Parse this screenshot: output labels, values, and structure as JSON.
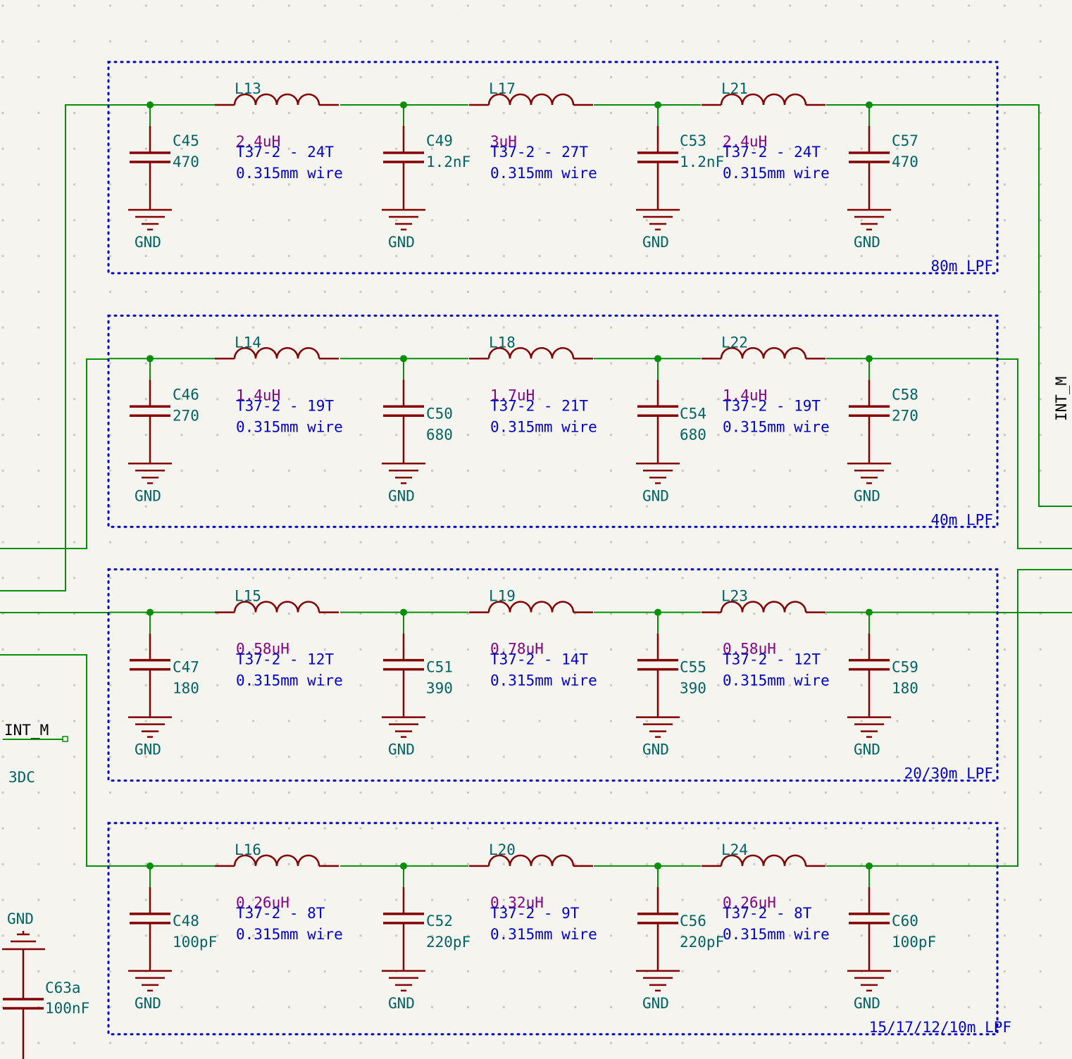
{
  "labels": {
    "int_m": "INT_M",
    "int_m_right": "INT_M",
    "dc3": "3DC",
    "gnd_left": "GND",
    "c63a_ref": "C63a",
    "c63a_val": "100nF"
  },
  "gnd_text": "GND",
  "colors": {
    "background": "#f5f4ef",
    "wire": "#009000",
    "component": "#840000",
    "reference": "#006464",
    "inductance": "#840084",
    "note": "#0000c8"
  },
  "filters": [
    {
      "title": "80m LPF",
      "caps": [
        {
          "ref": "C45",
          "val": "470"
        },
        {
          "ref": "C49",
          "val": "1.2nF"
        },
        {
          "ref": "C53",
          "val": "1.2nF"
        },
        {
          "ref": "C57",
          "val": "470"
        }
      ],
      "inductors": [
        {
          "ref": "L13",
          "val": "2.4uH",
          "core": "T37-2 - 24T",
          "wire": "0.315mm wire"
        },
        {
          "ref": "L17",
          "val": "3uH",
          "core": "T37-2 - 27T",
          "wire": "0.315mm wire"
        },
        {
          "ref": "L21",
          "val": "2.4uH",
          "core": "T37-2 - 24T",
          "wire": "0.315mm wire"
        }
      ]
    },
    {
      "title": "40m LPF",
      "caps": [
        {
          "ref": "C46",
          "val": "270"
        },
        {
          "ref": "C50",
          "val": "680"
        },
        {
          "ref": "C54",
          "val": "680"
        },
        {
          "ref": "C58",
          "val": "270"
        }
      ],
      "inductors": [
        {
          "ref": "L14",
          "val": "1.4uH",
          "core": "T37-2 - 19T",
          "wire": "0.315mm wire"
        },
        {
          "ref": "L18",
          "val": "1.7uH",
          "core": "T37-2 - 21T",
          "wire": "0.315mm wire"
        },
        {
          "ref": "L22",
          "val": "1.4uH",
          "core": "T37-2 - 19T",
          "wire": "0.315mm wire"
        }
      ]
    },
    {
      "title": "20/30m LPF",
      "caps": [
        {
          "ref": "C47",
          "val": "180"
        },
        {
          "ref": "C51",
          "val": "390"
        },
        {
          "ref": "C55",
          "val": "390"
        },
        {
          "ref": "C59",
          "val": "180"
        }
      ],
      "inductors": [
        {
          "ref": "L15",
          "val": "0.58uH",
          "core": "T37-2 - 12T",
          "wire": "0.315mm wire"
        },
        {
          "ref": "L19",
          "val": "0.78uH",
          "core": "T37-2 - 14T",
          "wire": "0.315mm wire"
        },
        {
          "ref": "L23",
          "val": "0.58uH",
          "core": "T37-2 - 12T",
          "wire": "0.315mm wire"
        }
      ]
    },
    {
      "title": "15/17/12/10m LPF",
      "caps": [
        {
          "ref": "C48",
          "val": "100pF"
        },
        {
          "ref": "C52",
          "val": "220pF"
        },
        {
          "ref": "C56",
          "val": "220pF"
        },
        {
          "ref": "C60",
          "val": "100pF"
        }
      ],
      "inductors": [
        {
          "ref": "L16",
          "val": "0.26uH",
          "core": "T37-2 - 8T",
          "wire": "0.315mm wire"
        },
        {
          "ref": "L20",
          "val": "0.32uH",
          "core": "T37-2 - 9T",
          "wire": "0.315mm wire"
        },
        {
          "ref": "L24",
          "val": "0.26uH",
          "core": "T37-2 - 8T",
          "wire": "0.315mm wire"
        }
      ]
    }
  ]
}
